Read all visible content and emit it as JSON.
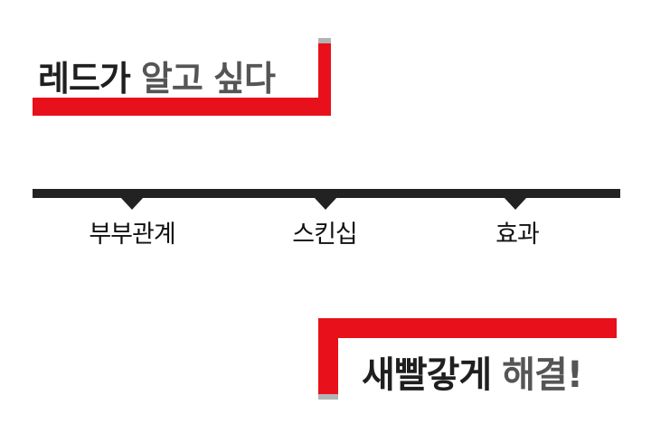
{
  "title": {
    "part1": "레드가",
    "part2": "알고 싶다"
  },
  "timeline": {
    "labels": [
      "부부관계",
      "스킨십",
      "효과"
    ]
  },
  "conclusion": {
    "part1": "새빨갛게",
    "part2": "해결!"
  },
  "colors": {
    "accent_red": "#e8101a",
    "dark": "#1f1f1f",
    "grey": "#555555"
  }
}
